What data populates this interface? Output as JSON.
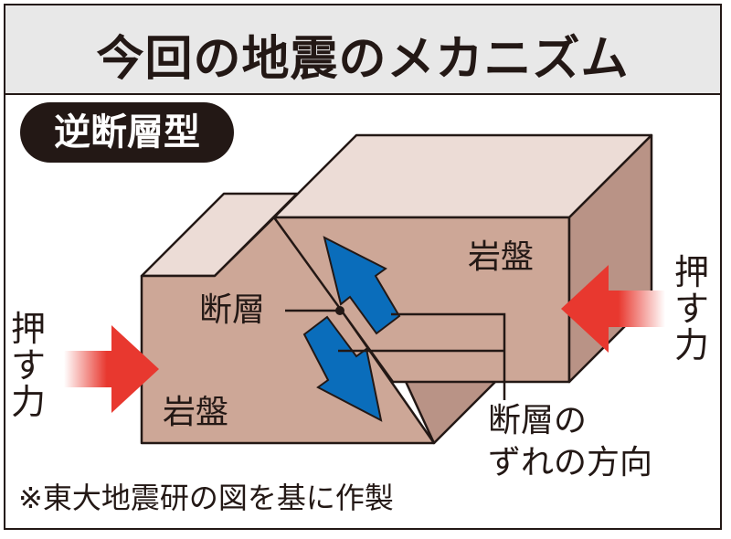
{
  "title": "今回の地震のメカニズム",
  "fault_type": "逆断層型",
  "labels": {
    "fault": "断層",
    "rock_left": "岩盤",
    "rock_right": "岩盤",
    "slip_direction_line1": "断層の",
    "slip_direction_line2": "ずれの方向",
    "push_left": [
      "押",
      "す",
      "力"
    ],
    "push_right": [
      "押",
      "す",
      "力"
    ]
  },
  "source": "※東大地震研の図を基に作製",
  "colors": {
    "rock_face": "#cda797",
    "rock_top": "#ecdcd6",
    "rock_side": "#b99386",
    "outline": "#231815",
    "slip_arrow": "#0a6dbb",
    "push_arrow": "#e8382f"
  },
  "icons": {
    "slip_up": "blue-arrow-up-left-icon",
    "slip_down": "blue-arrow-down-right-icon",
    "push_left": "red-arrow-right-icon",
    "push_right": "red-arrow-left-icon"
  }
}
